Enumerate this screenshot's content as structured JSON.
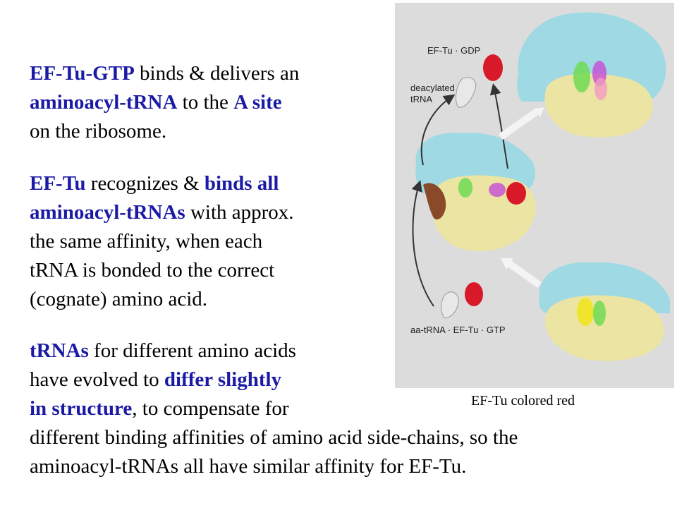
{
  "paragraphs": {
    "p1": {
      "l1": [
        [
          "EF-Tu-GTP",
          true
        ],
        [
          " binds & delivers an",
          false
        ]
      ],
      "l2": [
        [
          "aminoacyl-tRNA",
          true
        ],
        [
          " to the ",
          false
        ],
        [
          "A site",
          true
        ]
      ],
      "l3": [
        [
          "on the ribosome.",
          false
        ]
      ]
    },
    "p2": {
      "l1": [
        [
          "EF-Tu",
          true
        ],
        [
          " recognizes & ",
          false
        ],
        [
          "binds all",
          true
        ]
      ],
      "l2": [
        [
          "aminoacyl-tRNAs",
          true
        ],
        [
          " with approx.",
          false
        ]
      ],
      "l3": [
        [
          "the same affinity, when each",
          false
        ]
      ],
      "l4": [
        [
          "tRNA is bonded to the correct",
          false
        ]
      ],
      "l5": [
        [
          "(cognate) amino acid.",
          false
        ]
      ]
    },
    "p3": {
      "l1": [
        [
          "tRNAs",
          true
        ],
        [
          " for different amino acids",
          false
        ]
      ],
      "l2": [
        [
          "have evolved to ",
          false
        ],
        [
          "differ slightly",
          true
        ]
      ],
      "l3": [
        [
          "in structure",
          true
        ],
        [
          ", to compensate for",
          false
        ]
      ],
      "l4": [
        [
          "different binding affinities of amino acid side-chains, so the",
          false
        ]
      ],
      "l5": [
        [
          "aminoacyl-tRNAs all have similar affinity for EF-Tu.",
          false
        ]
      ]
    }
  },
  "figure": {
    "label_eftu_gdp": "EF-Tu · GDP",
    "label_deacylated_1": "deacylated",
    "label_deacylated_2": "tRNA",
    "label_complex": "aa-tRNA · EF-Tu · GTP"
  },
  "caption": "EF-Tu colored red",
  "colors": {
    "highlight": "#1a1aa6",
    "ribosome_large": "#9fd9e3",
    "ribosome_small": "#ece4a3",
    "eftu": "#d8192a",
    "trna": "#e8e8e8",
    "background_figure": "#dcdcdc"
  }
}
